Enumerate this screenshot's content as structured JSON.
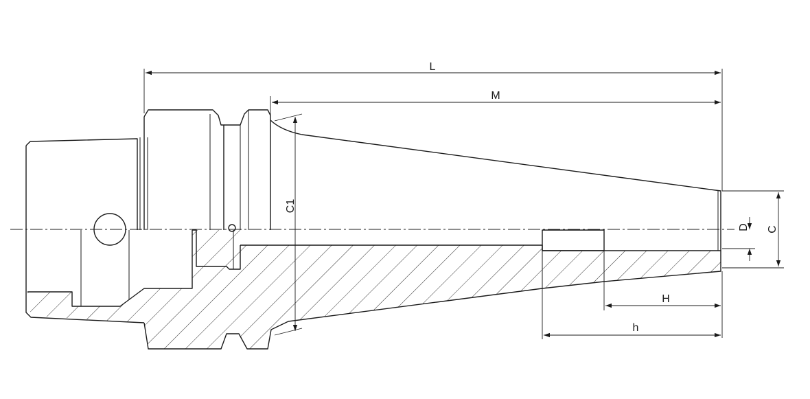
{
  "diagram": {
    "dimensions": {
      "L": "L",
      "M": "M",
      "C1": "C1",
      "D": "D",
      "C": "C",
      "H": "H",
      "h": "h"
    }
  }
}
